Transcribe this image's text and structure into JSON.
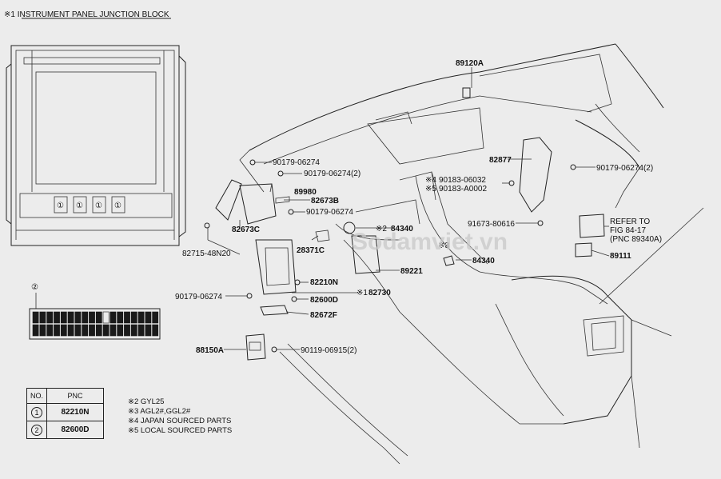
{
  "header_note": "※1 INSTRUMENT PANEL JUNCTION BLOCK",
  "watermark": "Sodamviet.vn",
  "jb_callouts": [
    "①",
    "①",
    "①",
    "①"
  ],
  "fuse_callout": "②",
  "part_labels": {
    "p89120A": "89120A",
    "p90179_06274_top": "90179-06274",
    "p90179_06274_2a": "90179-06274(2)",
    "p89980": "89980",
    "p82673B": "82673B",
    "p90179_06274_mid": "90179-06274",
    "p82673C": "82673C",
    "p28371C": "28371C",
    "p82715_48N20": "82715-48N20",
    "p84340_a": "84340",
    "p84340_a_mark": "※2",
    "p89221": "89221",
    "p82210N": "82210N",
    "p82730": "82730",
    "p82730_mark": "※1",
    "p82600D": "82600D",
    "p82672F": "82672F",
    "p90179_06274_left": "90179-06274",
    "p88150A": "88150A",
    "p90119_06915": "90119-06915(2)",
    "p82877": "82877",
    "p90179_06274_2b": "90179-06274(2)",
    "p90183_06032": "90183-06032",
    "p90183_06032_mark": "※4",
    "p90183_A0002": "90183-A0002",
    "p90183_A0002_mark": "※5",
    "p91673_80616": "91673-80616",
    "p84340_b": "84340",
    "p84340_b_mark": "※3",
    "p89111": "89111",
    "refer_1": "REFER TO",
    "refer_2": "FIG 84-17",
    "refer_3": "(PNC 89340A)"
  },
  "pnc_table": {
    "headers": [
      "NO.",
      "PNC"
    ],
    "rows": [
      {
        "no": "1",
        "pnc": "82210N"
      },
      {
        "no": "2",
        "pnc": "82600D"
      }
    ]
  },
  "notes": [
    "※2 GYL25",
    "※3 AGL2#,GGL2#",
    "※4 JAPAN SOURCED PARTS",
    "※5 LOCAL SOURCED PARTS"
  ]
}
